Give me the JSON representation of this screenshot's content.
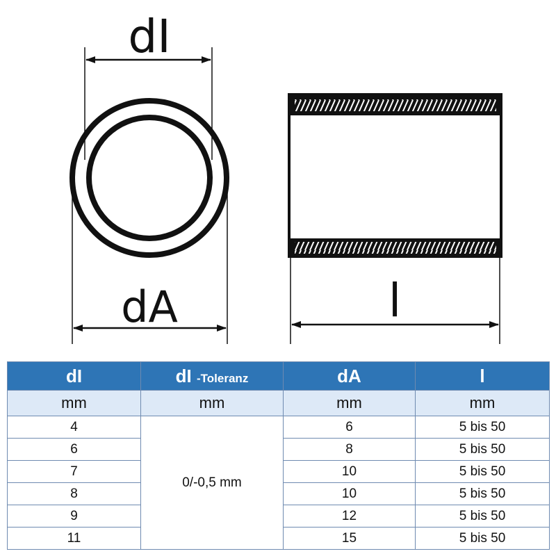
{
  "drawing": {
    "labels": {
      "inner_diameter": "dI",
      "outer_diameter": "dA",
      "length": "l"
    }
  },
  "table": {
    "headers": [
      {
        "main": "dI",
        "suffix": ""
      },
      {
        "main": "dI",
        "suffix": "-Toleranz"
      },
      {
        "main": "dA",
        "suffix": ""
      },
      {
        "main": "l",
        "suffix": ""
      }
    ],
    "units": [
      "mm",
      "mm",
      "mm",
      "mm"
    ],
    "tolerance": "0/-0,5 mm",
    "rows": [
      {
        "di": "4",
        "da": "6",
        "l": "5 bis 50"
      },
      {
        "di": "6",
        "da": "8",
        "l": "5 bis 50"
      },
      {
        "di": "7",
        "da": "10",
        "l": "5 bis 50"
      },
      {
        "di": "8",
        "da": "10",
        "l": "5 bis 50"
      },
      {
        "di": "9",
        "da": "12",
        "l": "5 bis 50"
      },
      {
        "di": "11",
        "da": "15",
        "l": "5 bis 50"
      }
    ]
  },
  "colors": {
    "header_bg": "#2e75b6",
    "unit_row_bg": "#dde9f7",
    "line": "#111111"
  }
}
